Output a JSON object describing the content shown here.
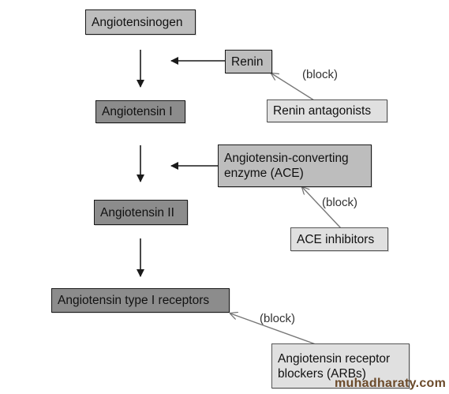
{
  "nodes": {
    "angiotensinogen": "Angiotensinogen",
    "renin": "Renin",
    "renin_antagonists": "Renin  antagonists",
    "angiotensin_1": "Angiotensin I",
    "ace": "Angiotensin-converting\nenzyme (ACE)",
    "angiotensin_2": "Angiotensin II",
    "ace_inhibitors": "ACE inhibitors",
    "at1_receptors": "Angiotensin type I receptors",
    "arbs": "Angiotensin receptor\nblockers (ARBs)"
  },
  "block_labels": {
    "renin": "(block)",
    "ace": "(block)",
    "receptor": "(block)"
  },
  "watermark": "muhadharaty.com",
  "colors": {
    "dark_box": "#8c8c8c",
    "mid_box": "#bdbdbd",
    "light_box": "#e0e0e0",
    "arrow_black": "#1a1a1a",
    "arrow_gray": "#777777"
  }
}
